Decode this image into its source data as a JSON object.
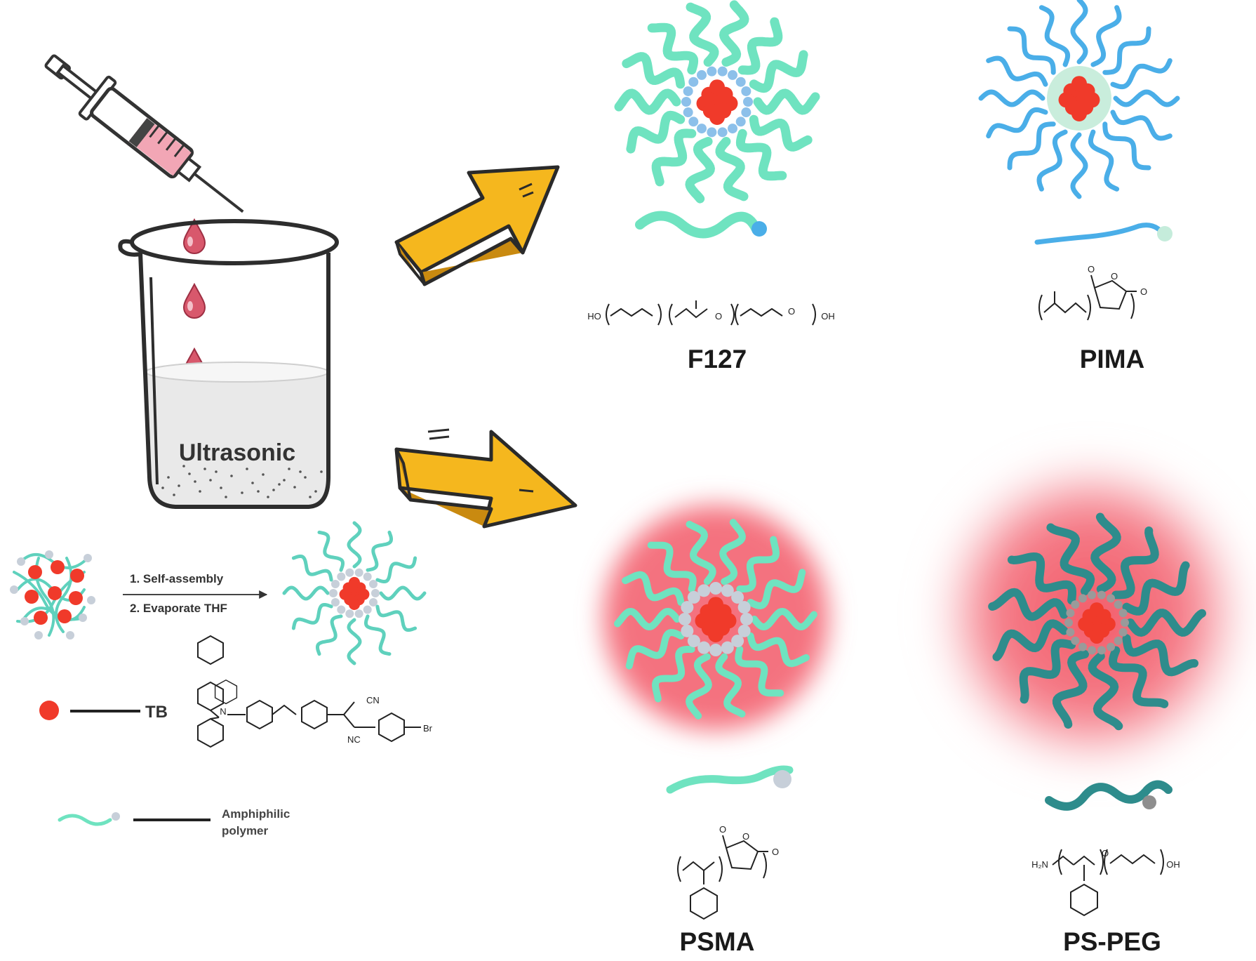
{
  "beaker": {
    "label": "Ultrasonic"
  },
  "process": {
    "step1": "1. Self-assembly",
    "step2": "2. Evaporate THF"
  },
  "legend": {
    "tb_label": "TB",
    "polymer_line1": "Amphiphilic",
    "polymer_line2": "polymer"
  },
  "tb_structure": {
    "cn_top": "CN",
    "nc_bottom": "NC",
    "br": "Br",
    "n": "N"
  },
  "micelles": [
    {
      "id": "f127",
      "name": "F127",
      "chem_left": "HO",
      "chem_right": "OH"
    },
    {
      "id": "pima",
      "name": "PIMA"
    },
    {
      "id": "psma",
      "name": "PSMA"
    },
    {
      "id": "ps-peg",
      "name": "PS-PEG",
      "chem_left": "H₂N",
      "chem_right": "OH"
    }
  ],
  "colors": {
    "mint": "#6fe3c0",
    "blue": "#4aaee8",
    "teal_dark": "#2e8c8c",
    "red": "#f03a2a",
    "glow": "#f5697a",
    "arrow": "#f5b71e",
    "shell_blue": "#8cc0ea",
    "shell_gray": "#c7cfd9"
  }
}
